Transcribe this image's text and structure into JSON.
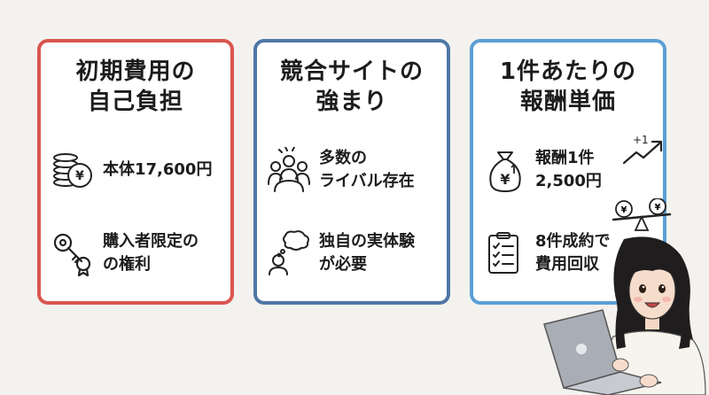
{
  "cards": [
    {
      "title": "初期費用の\n自己負担",
      "items": [
        {
          "icon": "coin-stack-icon",
          "text": "本体17,600円"
        },
        {
          "icon": "key-icon",
          "text": "購入者限定の\nの権利"
        }
      ]
    },
    {
      "title": "競合サイトの\n強まり",
      "items": [
        {
          "icon": "crowd-icon",
          "text": "多数の\nライバル存在"
        },
        {
          "icon": "thinking-person-icon",
          "text": "独自の実体験\nが必要"
        }
      ]
    },
    {
      "title": "1件あたりの\n報酬単価",
      "items": [
        {
          "icon": "money-bag-icon",
          "text": "報酬1件\n2,500円"
        },
        {
          "icon": "checklist-icon",
          "text": "8件成約で\n費用回収"
        }
      ]
    }
  ],
  "decor": {
    "growth_label": "+1",
    "coin_symbol": "¥",
    "colors": {
      "red": "#d9564f",
      "blue": "#4f77a6",
      "sky": "#5b9fd6"
    }
  }
}
